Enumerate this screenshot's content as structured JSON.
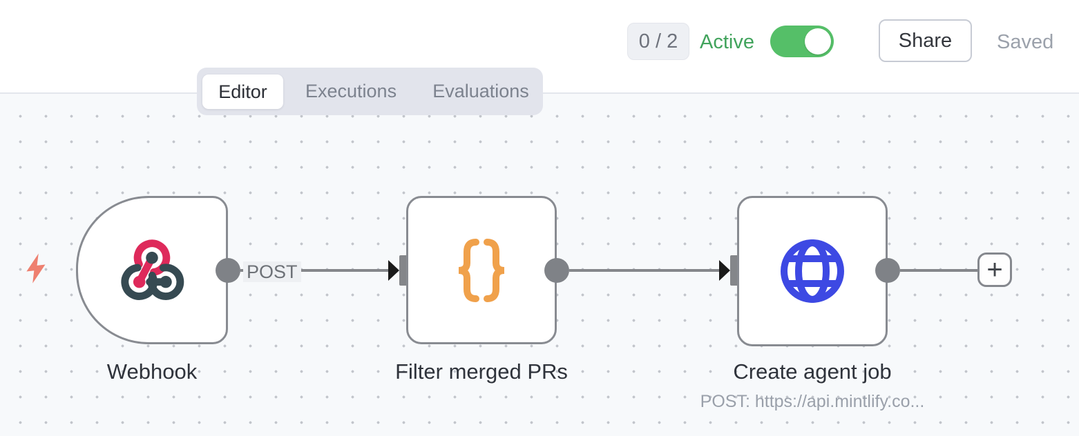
{
  "topbar": {
    "counter": "0 / 2",
    "active_label": "Active",
    "active_state": "on",
    "share_label": "Share",
    "saved_label": "Saved"
  },
  "tabs": {
    "editor": "Editor",
    "executions": "Executions",
    "evaluations": "Evaluations",
    "selected": "Editor"
  },
  "workflow": {
    "nodes": [
      {
        "label": "Webhook",
        "type": "webhook-trigger",
        "output_label": "POST"
      },
      {
        "label": "Filter merged PRs",
        "type": "code"
      },
      {
        "label": "Create agent job",
        "type": "http-request",
        "subtitle": "POST: https://api.mintlify.co..."
      }
    ],
    "add_button_label": "+"
  },
  "colors": {
    "toggle_green": "#55bf68",
    "active_text_green": "#41a35c",
    "webhook_pink": "#de2a5b",
    "webhook_slate": "#364a52",
    "code_orange": "#f0a14b",
    "http_blue": "#3d49e3",
    "trigger_bolt_coral": "#ee8070",
    "canvas_bg": "#f7f9fb",
    "node_border_gray": "#888b91"
  }
}
